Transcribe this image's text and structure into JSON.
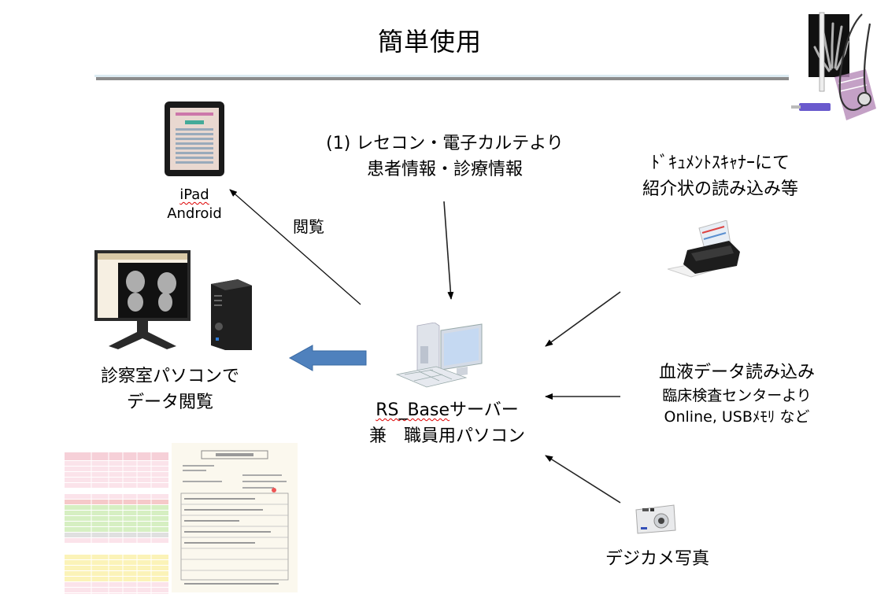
{
  "title": "簡単使用",
  "nodes": {
    "tablet": {
      "line1": "iPad",
      "line2": "Android",
      "icon": "tablet-icon"
    },
    "emr_source": {
      "line1": "(1) レセコン・電子カルテより",
      "line2": "患者情報・診療情報"
    },
    "scanner": {
      "line1": "ﾄﾞｷｭﾒﾝﾄｽｷｬﾅｰにて",
      "line2": "紹介状の読み込み等",
      "icon": "document-scanner-icon"
    },
    "exam_room_pc": {
      "line1": "診察室パソコンで",
      "line2": "データ閲覧",
      "icon": "monitor-and-tower-icon"
    },
    "server": {
      "line1_prefix": "RS_Base",
      "line1_suffix": "サーバー",
      "line2": "兼　職員用パソコン",
      "icon": "desktop-computer-icon"
    },
    "blood_data": {
      "title": "血液データ読み込み",
      "line1": "臨床検査センターより",
      "line2": "Online, USBﾒﾓﾘ など"
    },
    "camera": {
      "label": "デジカメ写真",
      "icon": "digital-camera-icon"
    },
    "medical_collage": {
      "icon": "xray-stethoscope-collage-icon"
    },
    "lab_sheet": {
      "icon": "lab-results-table-icon"
    },
    "referral_letter": {
      "icon": "referral-letter-document-icon"
    }
  },
  "edges": {
    "to_tablet_label": "閲覧"
  },
  "colors": {
    "accent_arrow": "#4f81bd",
    "rule_light": "#dcebf2",
    "rule_dark": "#8c8c8c"
  }
}
